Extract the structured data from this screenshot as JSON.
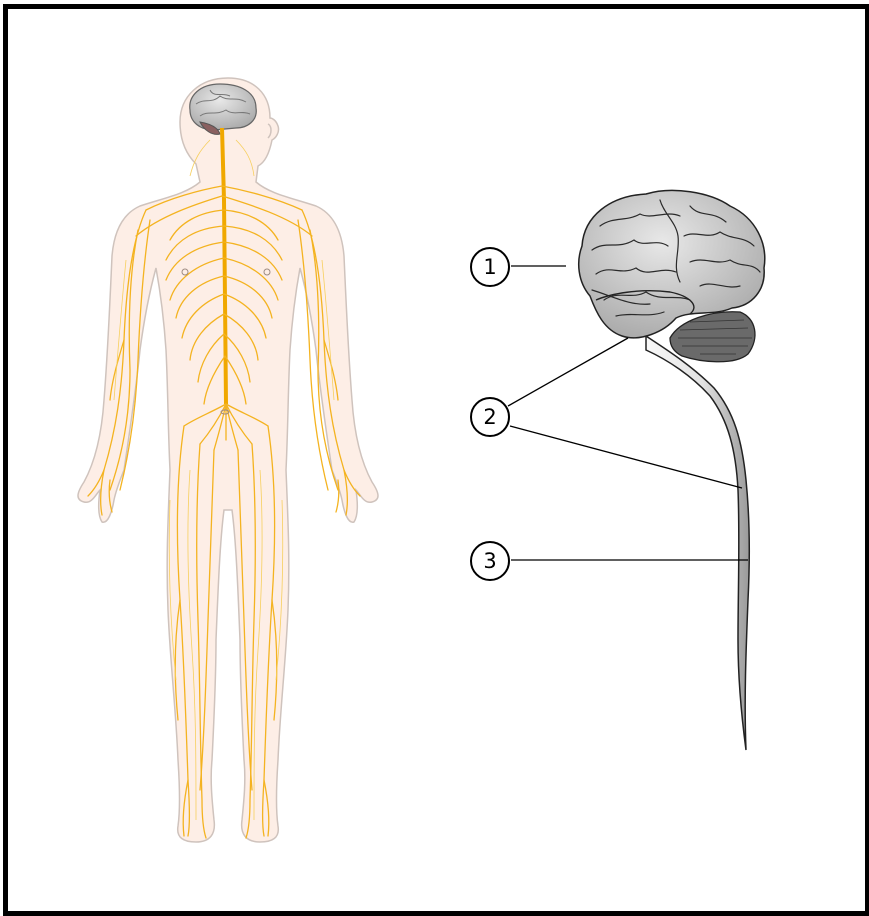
{
  "diagram": {
    "callouts": [
      {
        "id": "1",
        "label": "1",
        "target": "brain"
      },
      {
        "id": "2",
        "label": "2",
        "target": "brainstem-and-spinal-cord"
      },
      {
        "id": "3",
        "label": "3",
        "target": "spinal-cord"
      }
    ],
    "colors": {
      "frame": "#000000",
      "skin": "#fdeee6",
      "skin_outline": "#cfc3bd",
      "nerve": "#f4b320",
      "nerve_light": "#f7cf5d",
      "brain": "#c9c9c9",
      "cerebellum": "#555555",
      "spinal_cord": "#eaeaea"
    }
  }
}
